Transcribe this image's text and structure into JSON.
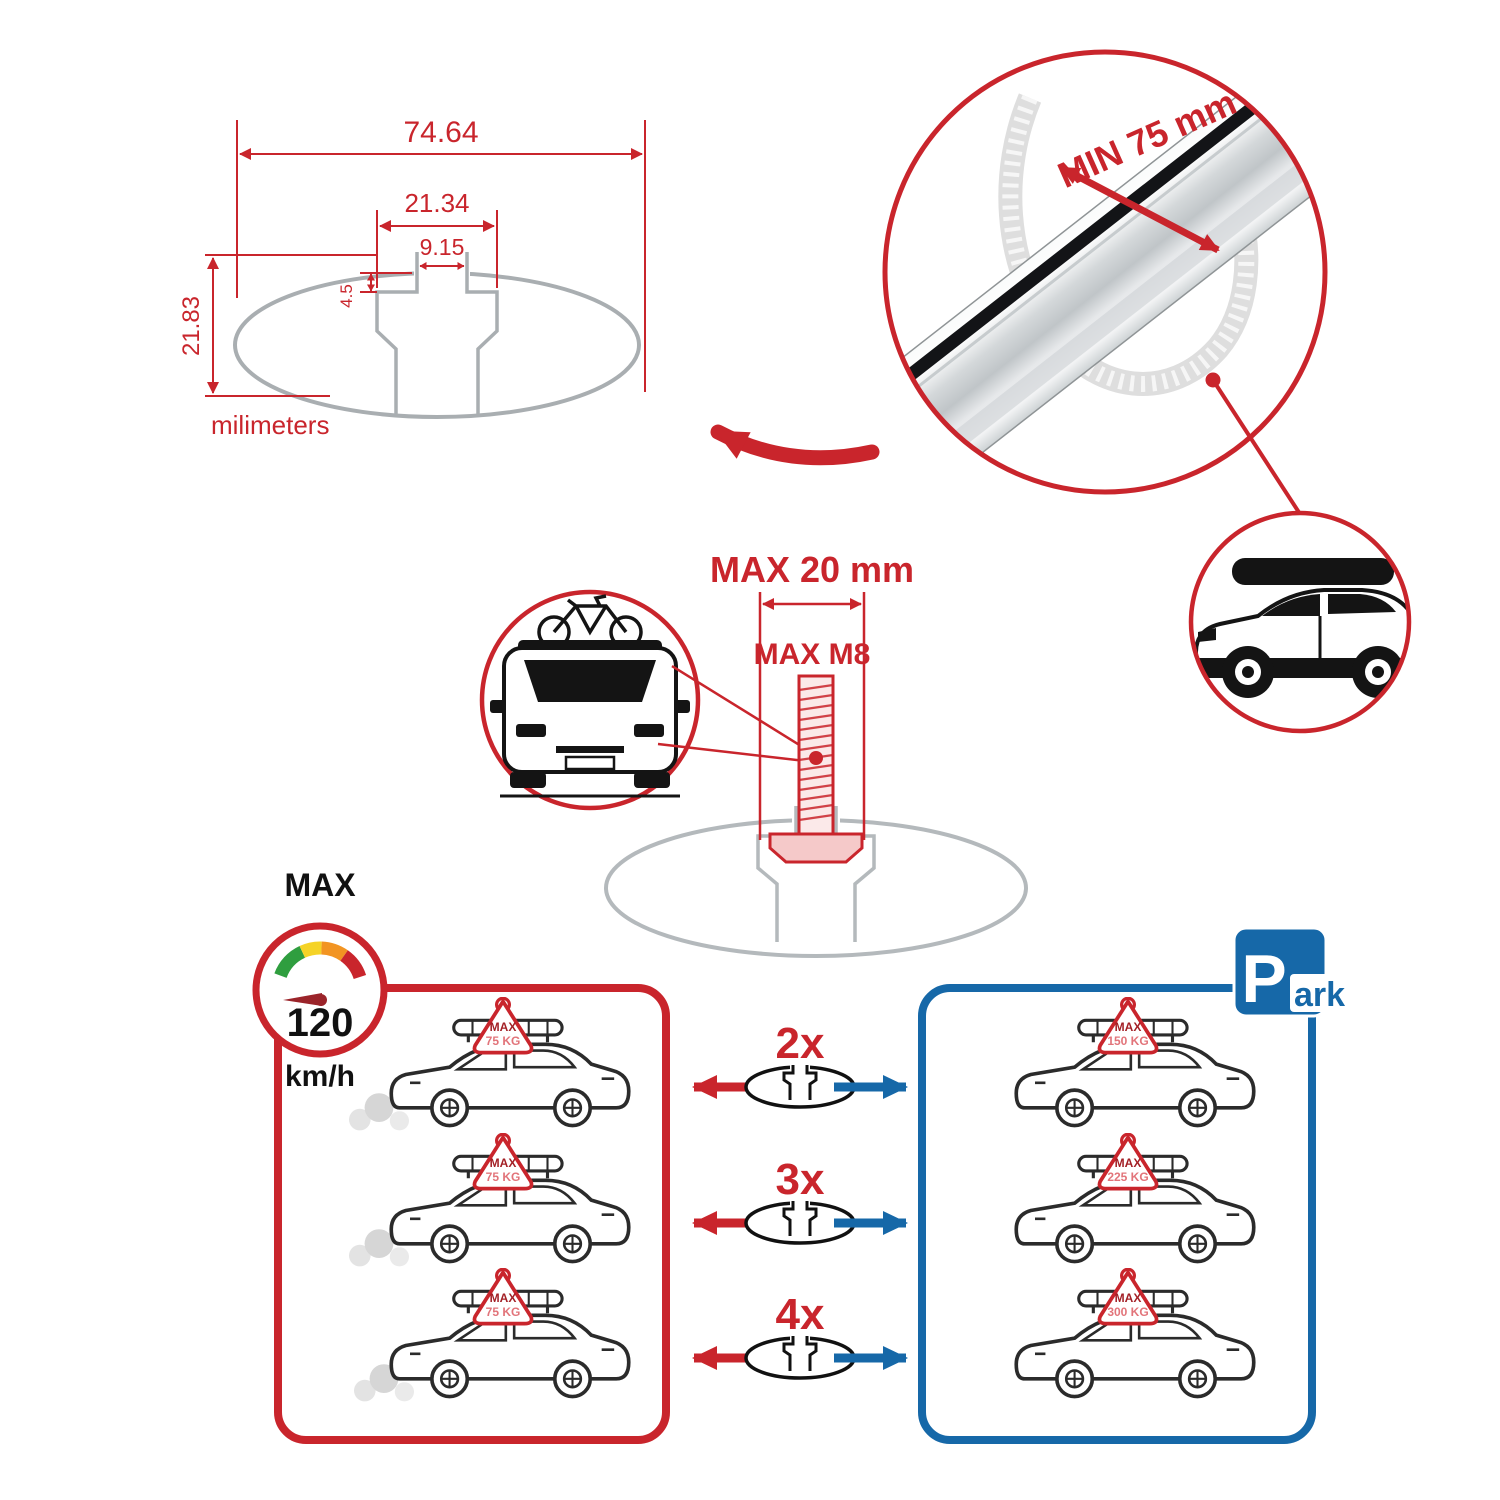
{
  "colors": {
    "red": "#c9252c",
    "blue": "#1668a8",
    "gray": "#a9aeb1",
    "black": "#1a1a1a"
  },
  "dimensions": {
    "total_width": "74.64",
    "channel_width": "21.34",
    "slot_width": "9.15",
    "slot_depth": "4.5",
    "total_height": "21.83",
    "units_label": "milimeters"
  },
  "bar_detail": {
    "min_clearance": "MIN 75 mm"
  },
  "bolt": {
    "max_width": "MAX 20 mm",
    "max_thread": "MAX M8"
  },
  "speedometer": {
    "label": "MAX",
    "value": "120",
    "units": "km/h"
  },
  "park_sign": {
    "letter": "P",
    "suffix": "ark"
  },
  "rows": [
    {
      "count": "2x",
      "driving_load": "MAX",
      "driving_kg": "75 KG",
      "parked_load": "MAX",
      "parked_kg": "150 KG"
    },
    {
      "count": "3x",
      "driving_load": "MAX",
      "driving_kg": "75 KG",
      "parked_load": "MAX",
      "parked_kg": "225 KG"
    },
    {
      "count": "4x",
      "driving_load": "MAX",
      "driving_kg": "75 KG",
      "parked_load": "MAX",
      "parked_kg": "300 KG"
    }
  ]
}
